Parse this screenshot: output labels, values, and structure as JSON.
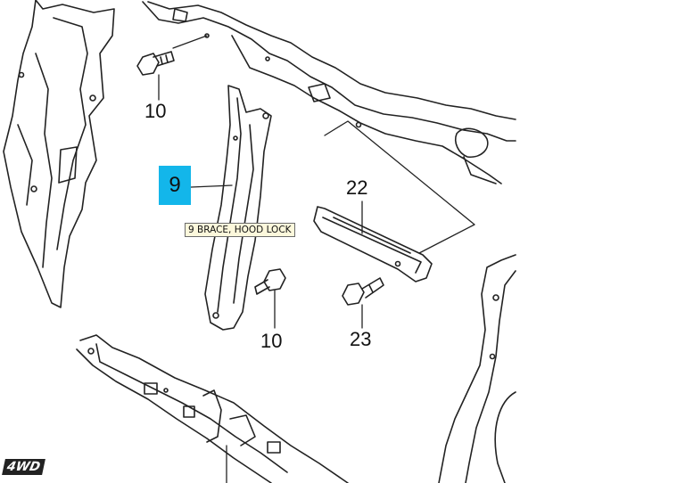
{
  "callouts": {
    "selected": "9",
    "bolt_top": "10",
    "bolt_mid": "10",
    "bracket": "22",
    "bolt_right": "23"
  },
  "tooltip": {
    "text": "9 BRACE, HOOD LOCK"
  },
  "logo": {
    "text": "4WD"
  },
  "colors": {
    "highlight": "#13b6ea",
    "tooltip_bg": "#fcf8dc",
    "line": "#222222"
  }
}
